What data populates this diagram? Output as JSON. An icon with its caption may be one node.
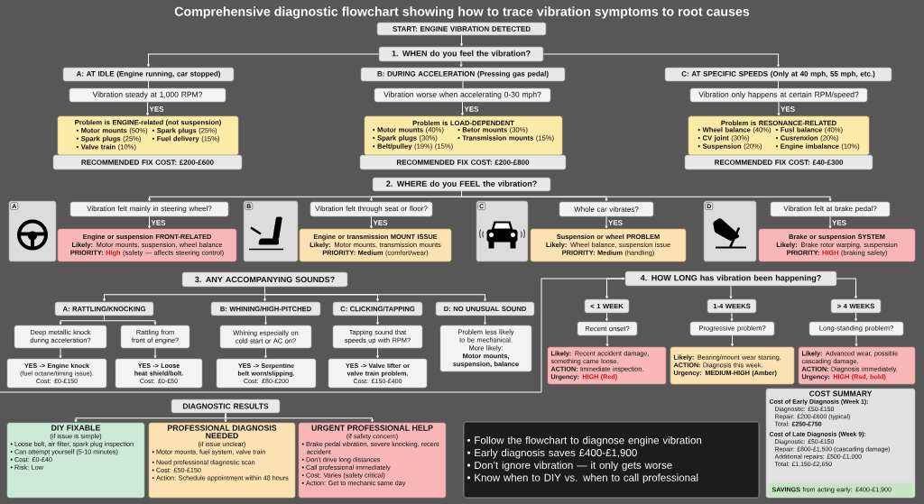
{
  "diagram": {
    "title": "Comprehensive diagnostic flowchart showing how to trace vibration symptoms to root causes",
    "nodes": [
      {
        "text": [
          "START: ENGINE VIBRATION DETECTED"
        ]
      },
      {
        "text": [
          "1. WHEN do you feel the vibration?"
        ]
      },
      {
        "text": [
          "A: AT IDLE (Engine running, car stopped)"
        ]
      },
      {
        "text": [
          "Vibration steady at 1,000 RPM?"
        ]
      },
      {
        "text": [
          "Problem is ENGINE-related (not suspension)",
          "• **Motor mounts** (50%)",
          "• **Spark plugs** (25%)",
          "• **Spark plugs** (25%)",
          "• **Fuel delivery** (15%)",
          "• **Valve train** (10%)"
        ]
      },
      {
        "text": [
          "RECOMMENDED FIX COST: £200-£600"
        ]
      },
      {
        "text": [
          "B: DURING ACCELERATION (Pressing gas pedal)"
        ]
      },
      {
        "text": [
          "Vibration worse when accelerating 0-30 mph?"
        ]
      },
      {
        "text": [
          "Problem is LOAD-DEPENDENT",
          "• **Motor mounts** (40%)",
          "• **Betor mounts** (30%)",
          "• **Spark plugs** (30%)",
          "• **Transmission mounts** (15%)",
          "• **Belt/pulley** (19%) (15%)"
        ]
      },
      {
        "text": [
          "RECOMMENDED FIX COST: £200-£800"
        ]
      },
      {
        "text": [
          "C: AT SPECIFIC SPEEDS (Only at 40 mph, 55 mph, etc.)"
        ]
      },
      {
        "text": [
          "Vibration only happens at certain RPM/speed?"
        ]
      },
      {
        "text": [
          "Problem is RESONANCE-RELATED",
          "• **Wheel balance** (40%)",
          "• **Fusl balance** (40%)",
          "• **CV joint** (30%)",
          "• **Cusrenxion** (20%)",
          "• **Suspension** (20%)",
          "• **Engine imbalance** (10%)"
        ]
      },
      {
        "text": [
          "RECOMMENDED FIX COST: £40-£300"
        ]
      },
      {
        "text": [
          "2. WHERE do you FEEL the vibration?"
        ]
      },
      {
        "text": [
          "A"
        ]
      },
      {
        "text": [
          "Vibration felt mainly in steering wheel?"
        ]
      },
      {
        "text": [
          "Engine or suspension FRONT-RELATED",
          "**Likely:** Motor mounts, suspension, wheel balance",
          "PRIORITY:",
          "High",
          "(safety — affects steering control)"
        ]
      },
      {
        "text": [
          "B"
        ]
      },
      {
        "text": [
          "Vibration felt through seat or floor?"
        ]
      },
      {
        "text": [
          "Engine or transmission MOUNT ISSUE",
          "**Likely:** Motor mounts, transmission mounts",
          "**PRIORITY: Medium** (comfort/wear)"
        ]
      },
      {
        "text": [
          "C"
        ]
      },
      {
        "text": [
          "Whole car vibrates?"
        ]
      },
      {
        "text": [
          "Suspension or wheel PROBLEM",
          "**Likely:** Wheel balance, suspension issue",
          "**PRIORITY: Medium** (handling)"
        ]
      },
      {
        "text": [
          "D"
        ]
      },
      {
        "text": [
          "Vibration felt at brake pedal?"
        ]
      },
      {
        "text": [
          "Brake or suspension SYSTEM",
          "**Likely:** Brake rotor warping, suspension",
          "PRIORITY:",
          "HIGH",
          "(braking safety)"
        ]
      },
      {
        "text": [
          "3. ANY ACCOMPANYING SOUNDS?"
        ]
      },
      {
        "text": [
          "A: RATTLING/KNOCKING"
        ]
      },
      {
        "text": [
          "Deep metallic knock during acceleration?"
        ]
      },
      {
        "text": [
          "Rattling from front of engine?"
        ]
      },
      {
        "text": [
          "YES -> Engine knock",
          "(fuel octane/timing issue).",
          "Cost: £0-£150"
        ]
      },
      {
        "text": [
          "YES -> Loose heat shield/bolt.",
          "Cost: £0-£50"
        ]
      },
      {
        "text": [
          "B: WHINING/HIGH-PITCHED"
        ]
      },
      {
        "text": [
          "Whining especially on cold start or AC on?"
        ]
      },
      {
        "text": [
          "YES -> Serpentine belt worn/slipping.",
          "Cost: £80-£200"
        ]
      },
      {
        "text": [
          "C: CLICKING/TAPPING"
        ]
      },
      {
        "text": [
          "Tapping sound that speeds up with RPM?"
        ]
      },
      {
        "text": [
          "YES -> Valve lifter or valve train problem.",
          "Cost: £150-£400"
        ]
      },
      {
        "text": [
          "D: NO UNUSUAL SOUND"
        ]
      },
      {
        "text": [
          "Problem less likely to be mechanical.",
          "More likely:",
          "Motor mounts, suspension, balance"
        ]
      },
      {
        "text": [
          "4. HOW LONG has vibration been happening?"
        ]
      },
      {
        "text": [
          "< 1 WEEK"
        ]
      },
      {
        "text": [
          "Recent onset?"
        ]
      },
      {
        "text": [
          "**Likely:** Recent accident damage, something came loose.",
          "**ACTION:** Immediate inspection.",
          "Urgency:",
          "HIGH (Red)"
        ]
      },
      {
        "text": [
          "1-4 WEEKS"
        ]
      },
      {
        "text": [
          "Progressive problem?"
        ]
      },
      {
        "text": [
          "**Likely:** Bearing/mount wear starting.",
          "**ACTION:** Diagnosis this week.",
          "Urgency: MEDIUM-HIGH (Amber)"
        ]
      },
      {
        "text": [
          "> 4 WEEKS"
        ]
      },
      {
        "text": [
          "Long-standing problem?"
        ]
      },
      {
        "text": [
          "**Likely:** Advanced wear, possible cascading damage.",
          "**ACTION:** Diagnosis immediately.",
          "Urgency:",
          "HIGH (Rsd, bold)"
        ]
      },
      {
        "text": [
          "DIAGNOSTIC RESULTS"
        ]
      },
      {
        "text": [
          "DIY FIXABLE",
          "(if issue is simple)",
          "• Loose bolt, air filter, spark plug inspection",
          "• Can attempt yourself (5-10 minutes)",
          "• Cost: £0-£40",
          "• Risk: Low"
        ]
      },
      {
        "text": [
          "PROFESSIONAL DIAGNOSIS NEEDED",
          "(if issue unclear)",
          "• Motor mounts, fuel system, valve train",
          "• Need professional diagnostic scan",
          "• Cost: £50-£150",
          "• Action: Schedule appointment within 48 hours"
        ]
      },
      {
        "text": [
          "URGENT PROFESSIONAL HELP",
          "(if safety concern)",
          "• Brake pedal vibration, severe knocking, recent accident",
          "• Don’t drive long distances",
          "• Call professional immediately",
          "• Cost: Varies (safety critical)",
          "• Action: Get to mechanic same day"
        ]
      },
      {
        "text": [
          "• Follow the flowchart to diagnose engine vibration",
          "• Early diagnosis saves £400-£1,900",
          "• Don’t ignore vibration — it only gets worse",
          "• Know when to DIY vs. when to call professional"
        ]
      },
      {
        "text": [
          "COST SUMMARY",
          "Cost of Early Diagnosis (Week 1):",
          "Diagnostic: £50-£150",
          "Repair: £200-£600 (typical)",
          "Total: **£250-£750**",
          "Cost of Late Diagnosis (Week 9):",
          "Diagnostic: £50-£150",
          "Repair: £800-£1,500 (cascading damage)",
          "Additional repairs: £500-£1,000",
          "Total: £1,150-£2,650"
        ]
      },
      {
        "text": [
          "**SAVINGS** from acting early: £400-£1,900"
        ],
        "in": 56
      }
    ],
    "edges": [
      {
        "from": 0,
        "to": 1,
        "arrow": "to"
      },
      {
        "from": 1,
        "to": 2,
        "arrow": "to"
      },
      {
        "from": 1,
        "to": 6,
        "arrow": "to"
      },
      {
        "from": 1,
        "to": 10,
        "arrow": "to"
      },
      {
        "from": 2,
        "to": 3,
        "arrow": "none"
      },
      {
        "from": 3,
        "to": 4,
        "arrow": "to",
        "label": "YES"
      },
      {
        "from": 6,
        "to": 7,
        "arrow": "none"
      },
      {
        "from": 7,
        "to": 8,
        "arrow": "to",
        "label": "YES"
      },
      {
        "from": 10,
        "to": 11,
        "arrow": "none"
      },
      {
        "from": 11,
        "to": 12,
        "arrow": "to",
        "label": "YES"
      },
      {
        "from": 14,
        "to": 16,
        "arrow": "to"
      },
      {
        "from": 14,
        "to": 19,
        "arrow": "to"
      },
      {
        "from": 14,
        "to": 22,
        "arrow": "to"
      },
      {
        "from": 14,
        "to": 25,
        "arrow": "to"
      },
      {
        "from": 16,
        "to": 17,
        "arrow": "to",
        "label": "YES"
      },
      {
        "from": 19,
        "to": 20,
        "arrow": "to",
        "label": "YES"
      },
      {
        "from": 22,
        "to": 23,
        "arrow": "to",
        "label": "YES"
      },
      {
        "from": 25,
        "to": 26,
        "arrow": "to",
        "label": "YES"
      },
      {
        "from": 27,
        "to": 28,
        "arrow": "to"
      },
      {
        "from": 27,
        "to": 33,
        "arrow": "to"
      },
      {
        "from": 27,
        "to": 36,
        "arrow": "to"
      },
      {
        "from": 27,
        "to": 39,
        "arrow": "to"
      },
      {
        "from": 28,
        "to": 29,
        "arrow": "to"
      },
      {
        "from": 28,
        "to": 30,
        "arrow": "to"
      },
      {
        "from": 29,
        "to": 31,
        "arrow": "to"
      },
      {
        "from": 30,
        "to": 32,
        "arrow": "to"
      },
      {
        "from": 33,
        "to": 34,
        "arrow": "to"
      },
      {
        "from": 34,
        "to": 35,
        "arrow": "to"
      },
      {
        "from": 36,
        "to": 37,
        "arrow": "to"
      },
      {
        "from": 37,
        "to": 38,
        "arrow": "to"
      },
      {
        "from": 39,
        "to": 40,
        "arrow": "to"
      },
      {
        "from": null,
        "to": 41,
        "arrow": "to"
      },
      {
        "from": 41,
        "to": 42,
        "arrow": "to"
      },
      {
        "from": 41,
        "to": 45,
        "arrow": "to"
      },
      {
        "from": 41,
        "to": 48,
        "arrow": "to"
      },
      {
        "from": 42,
        "to": 43,
        "arrow": "to"
      },
      {
        "from": 43,
        "to": 44,
        "arrow": "to"
      },
      {
        "from": 45,
        "to": 46,
        "arrow": "to"
      },
      {
        "from": 46,
        "to": 47,
        "arrow": "to"
      },
      {
        "from": 48,
        "to": 49,
        "arrow": "to"
      },
      {
        "from": 49,
        "to": 50,
        "arrow": "to"
      },
      {
        "from": 51,
        "to": 52,
        "arrow": "to"
      },
      {
        "from": 51,
        "to": 53,
        "arrow": "to"
      },
      {
        "from": 51,
        "to": 54,
        "arrow": "to"
      }
    ]
  }
}
